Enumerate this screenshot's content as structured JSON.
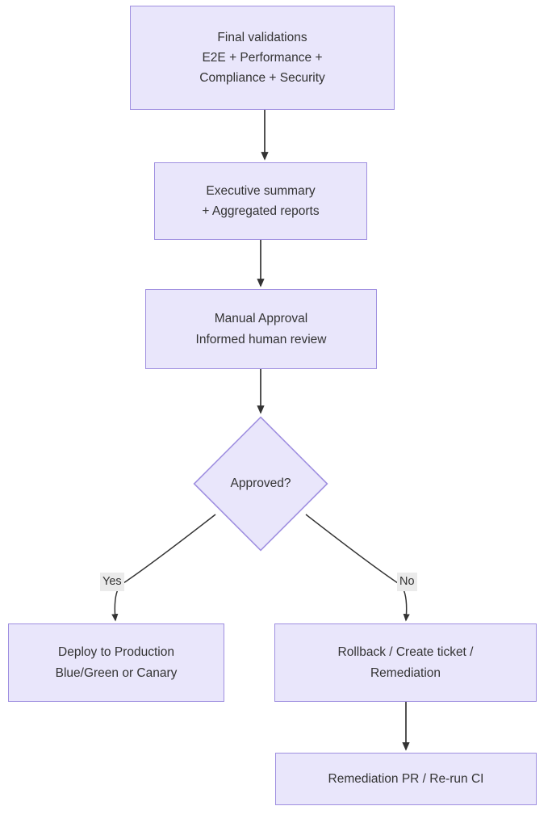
{
  "diagram": {
    "type": "flowchart",
    "orientation": "top-to-bottom",
    "theme": {
      "node_fill": "#e9e6fb",
      "node_border": "#9f8fe0",
      "text_color": "#333333",
      "edge_color": "#333333",
      "edge_label_bg": "#ebebeb",
      "background": "#ffffff"
    },
    "nodes": [
      {
        "id": "final-validations",
        "shape": "rectangle",
        "lines": [
          "Final validations",
          "E2E + Performance +",
          "Compliance + Security"
        ]
      },
      {
        "id": "executive-summary",
        "shape": "rectangle",
        "lines": [
          "Executive summary",
          "+ Aggregated reports"
        ]
      },
      {
        "id": "manual-approval",
        "shape": "rectangle",
        "lines": [
          "Manual Approval",
          "Informed human review"
        ]
      },
      {
        "id": "approved-decision",
        "shape": "diamond",
        "lines": [
          "Approved?"
        ]
      },
      {
        "id": "deploy-production",
        "shape": "rectangle",
        "lines": [
          "Deploy to Production",
          "Blue/Green or Canary"
        ]
      },
      {
        "id": "rollback-ticket",
        "shape": "rectangle",
        "lines": [
          "Rollback / Create ticket /",
          "Remediation"
        ]
      },
      {
        "id": "remediation-pr",
        "shape": "rectangle",
        "lines": [
          "Remediation PR / Re-run CI"
        ]
      }
    ],
    "edges": [
      {
        "id": "e1",
        "from": "final-validations",
        "to": "executive-summary",
        "label": ""
      },
      {
        "id": "e2",
        "from": "executive-summary",
        "to": "manual-approval",
        "label": ""
      },
      {
        "id": "e3",
        "from": "manual-approval",
        "to": "approved-decision",
        "label": ""
      },
      {
        "id": "e4",
        "from": "approved-decision",
        "to": "deploy-production",
        "label": "Yes"
      },
      {
        "id": "e5",
        "from": "approved-decision",
        "to": "rollback-ticket",
        "label": "No"
      },
      {
        "id": "e6",
        "from": "rollback-ticket",
        "to": "remediation-pr",
        "label": ""
      }
    ]
  }
}
